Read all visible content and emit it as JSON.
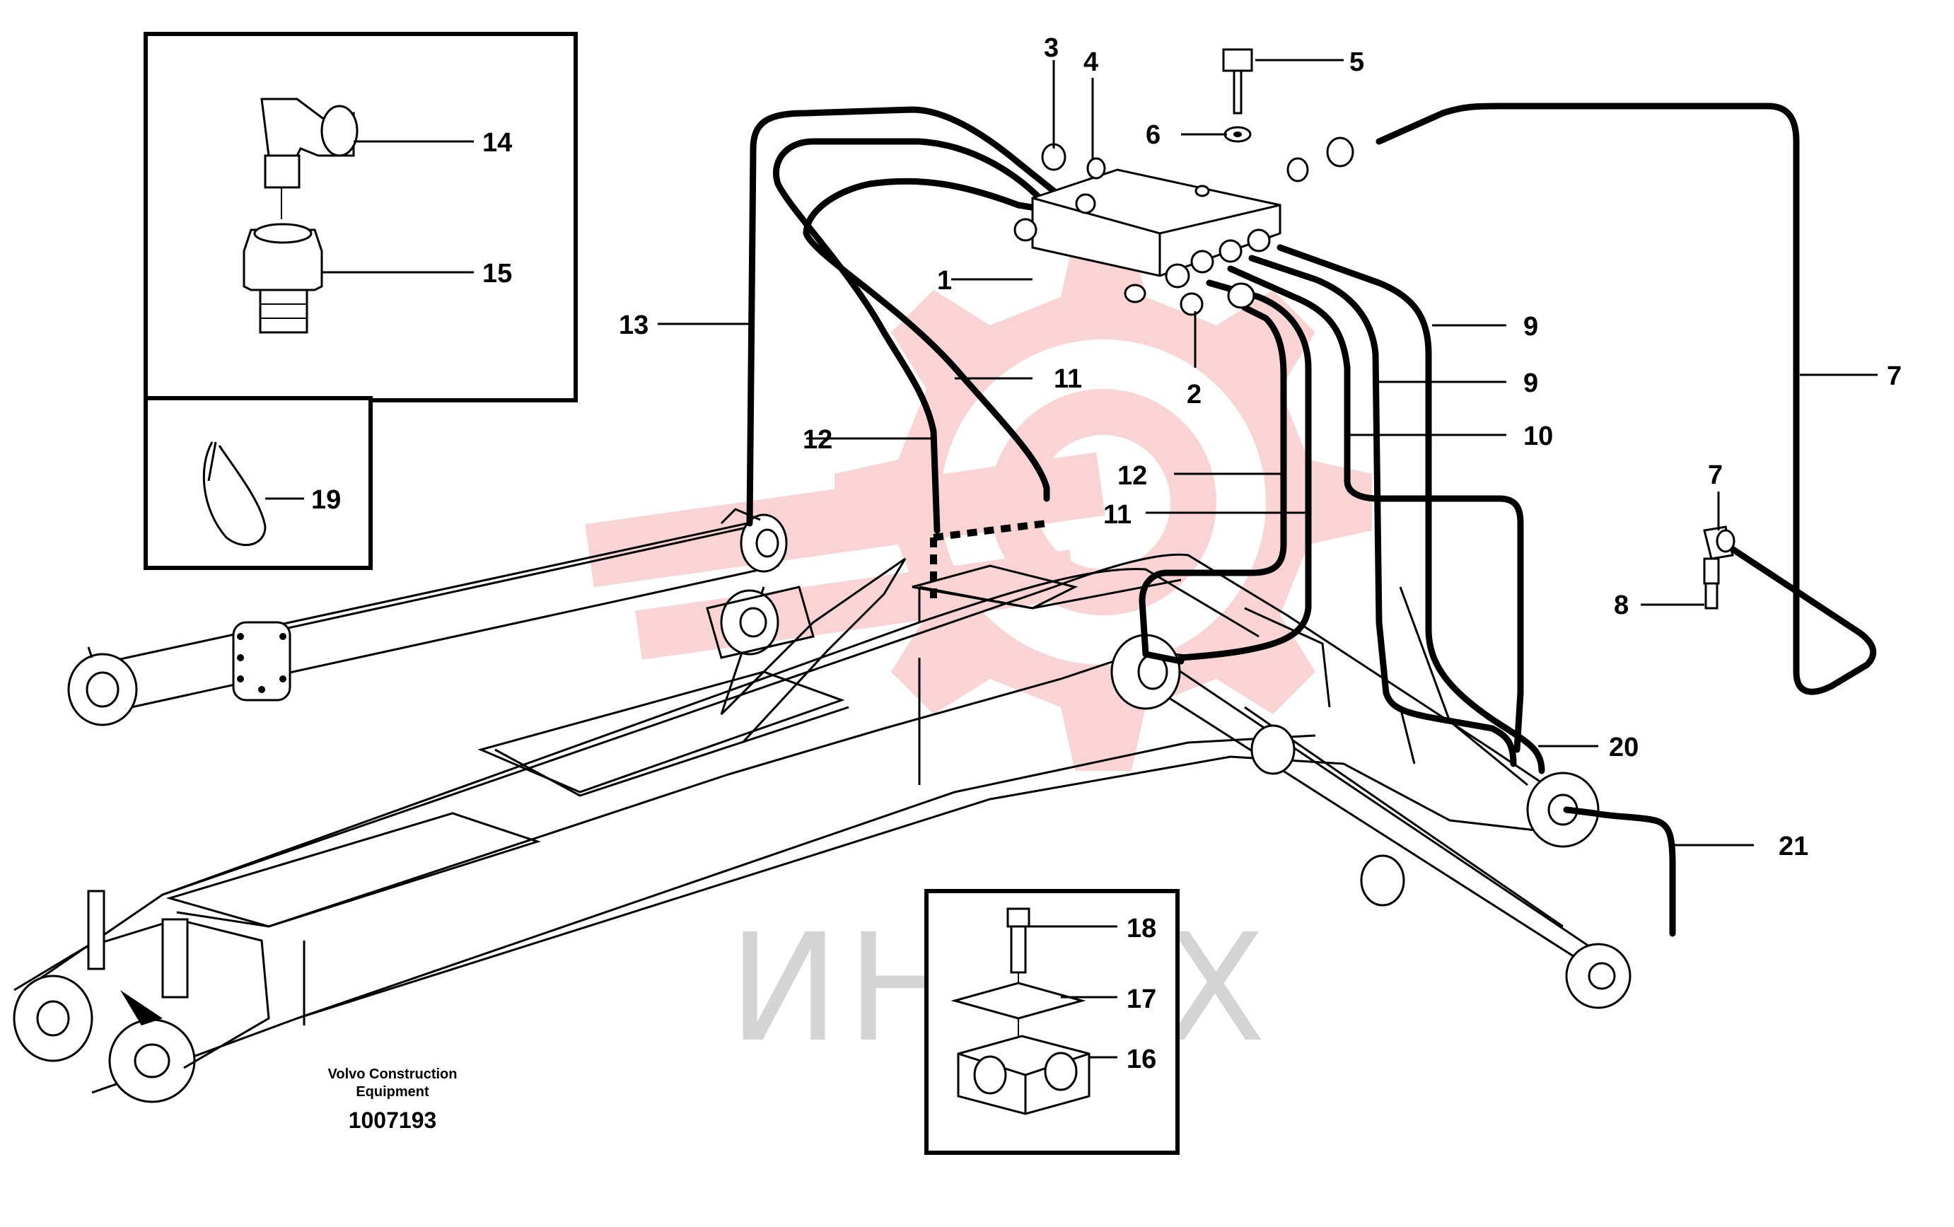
{
  "watermark": {
    "text": "ИНТЕХ",
    "color": "#e8363c"
  },
  "caption": {
    "line1": "Volvo Construction",
    "line2": "Equipment",
    "id": "1007193"
  },
  "callouts": [
    "1",
    "2",
    "3",
    "4",
    "5",
    "6",
    "7",
    "7",
    "8",
    "9",
    "9",
    "10",
    "11",
    "11",
    "12",
    "12",
    "13",
    "14",
    "15",
    "16",
    "17",
    "18",
    "19",
    "20",
    "21"
  ]
}
